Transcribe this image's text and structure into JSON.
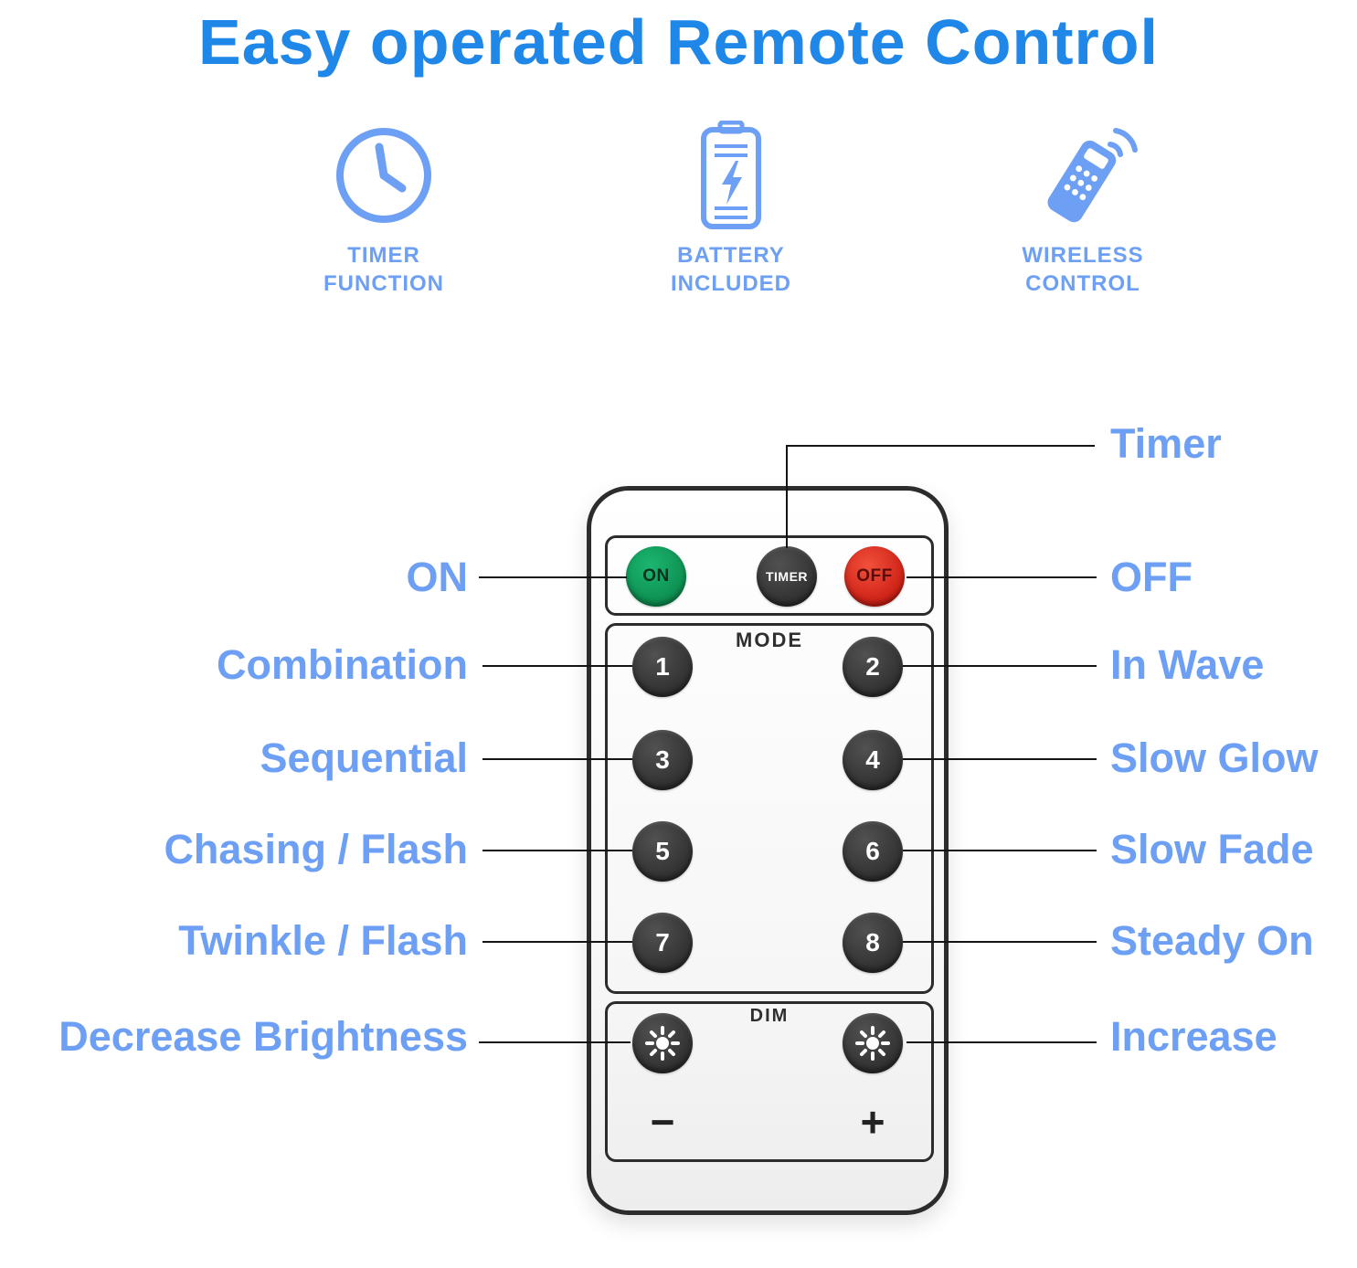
{
  "title": "Easy operated Remote Control",
  "features": [
    {
      "icon": "clock-icon",
      "label_line1": "TIMER",
      "label_line2": "FUNCTION"
    },
    {
      "icon": "battery-icon",
      "label_line1": "BATTERY",
      "label_line2": "INCLUDED"
    },
    {
      "icon": "wireless-remote-icon",
      "label_line1": "WIRELESS",
      "label_line2": "CONTROL"
    }
  ],
  "remote": {
    "on_label": "ON",
    "timer_label": "TIMER",
    "off_label": "OFF",
    "mode_label": "MODE",
    "mode_buttons": [
      "1",
      "2",
      "3",
      "4",
      "5",
      "6",
      "7",
      "8"
    ],
    "dim_label": "DIM",
    "dim_minus": "−",
    "dim_plus": "+"
  },
  "annotations": {
    "left": [
      "ON",
      "Combination",
      "Sequential",
      "Chasing / Flash",
      "Twinkle / Flash",
      "Decrease Brightness"
    ],
    "right": [
      "Timer",
      "OFF",
      "In Wave",
      "Slow Glow",
      "Slow Fade",
      "Steady On",
      "Increase"
    ]
  },
  "colors": {
    "title_blue": "#1f87e8",
    "label_blue": "#6d9ff5",
    "on_green": "#0b8a4c",
    "off_red": "#c81b11",
    "button_dark": "#303030",
    "line_color": "#141414"
  }
}
